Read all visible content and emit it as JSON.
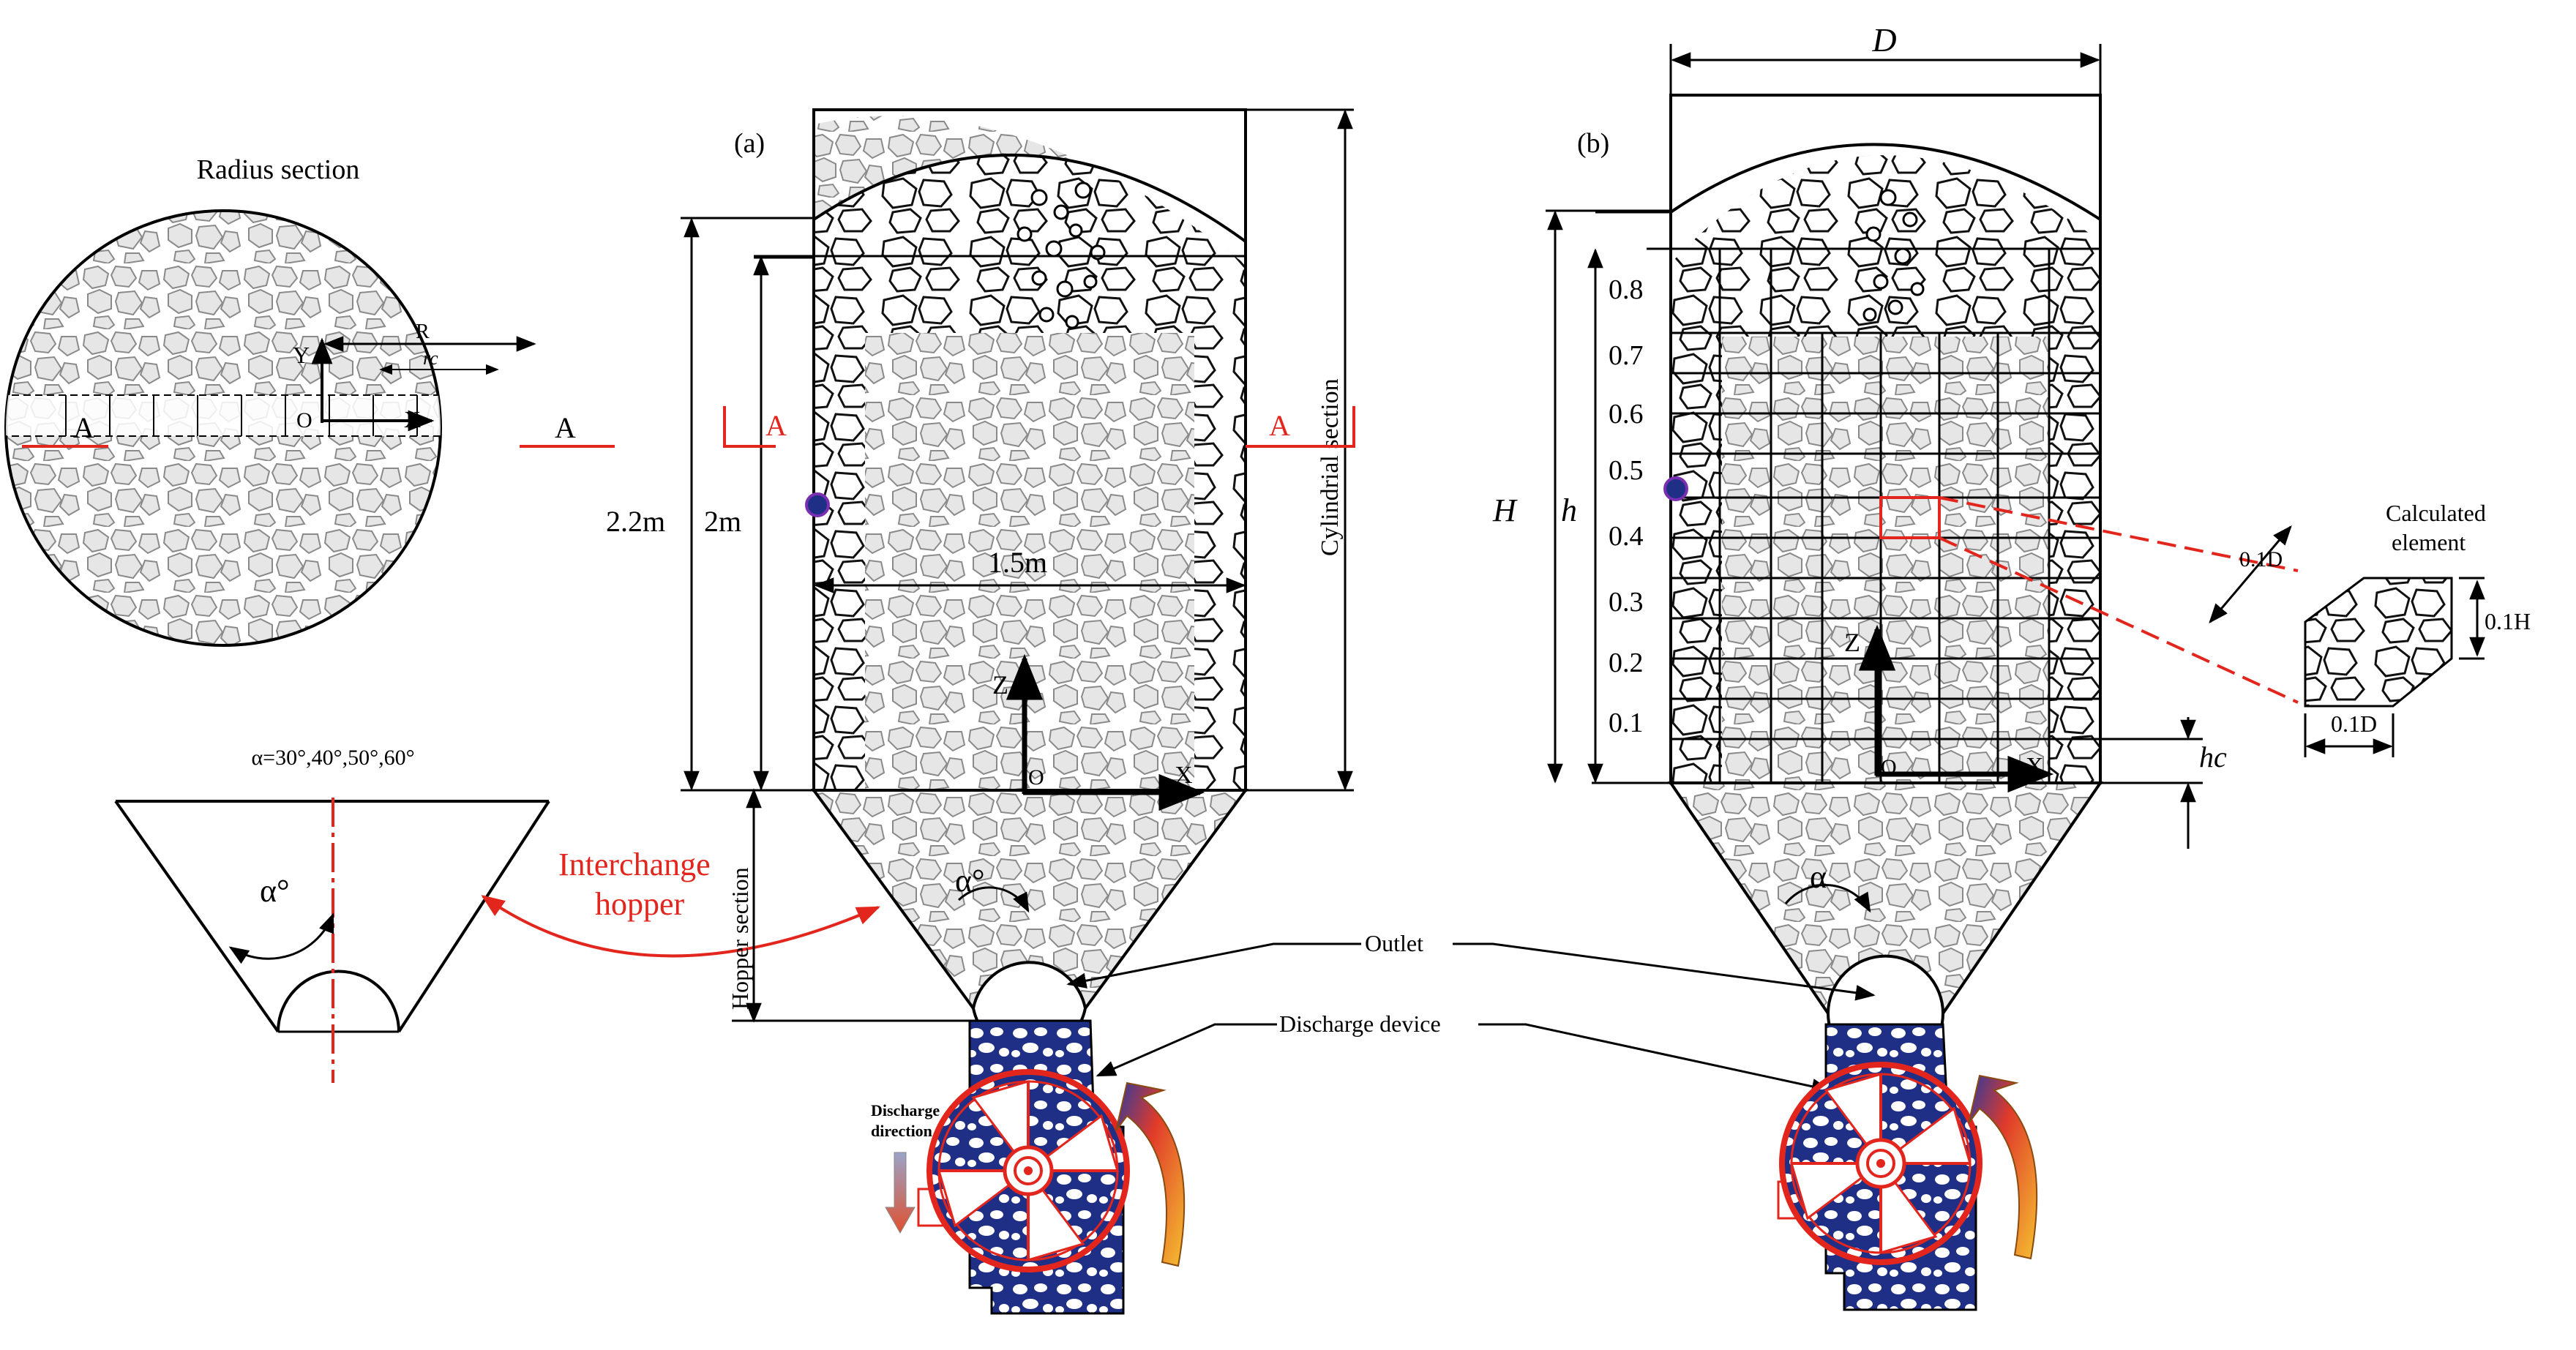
{
  "labels": {
    "radius_section": "Radius section",
    "section_a_left": "A",
    "section_a_right": "A",
    "axis_y": "Y",
    "axis_x": "X",
    "axis_o": "O",
    "radius_R": "R",
    "radius_rc": "rc",
    "alpha_values": "α=30°,40°,50°,60°",
    "alpha_deg": "α°",
    "alpha": "α",
    "interchange_hopper_1": "Interchange",
    "interchange_hopper_2": "hopper",
    "panel_a": "(a)",
    "panel_b": "(b)",
    "dim_2_2m": "2.2m",
    "dim_2m": "2m",
    "dim_1_5m": "1.5m",
    "cylindrical_section": "Cylindrial section",
    "hopper_section": "Hopper section",
    "z_axis": "Z",
    "x_axis": "X",
    "o_origin": "O",
    "dim_D": "D",
    "dim_H": "H",
    "dim_h": "h",
    "dim_hc": "hc",
    "calculated_element_1": "Calculated",
    "calculated_element_2": "element",
    "elem_0_1D_top": "0.1D",
    "elem_0_1H": "0.1H",
    "elem_0_1D_bottom": "0.1D",
    "outlet": "Outlet",
    "discharge_device": "Discharge device",
    "discharge_direction_1": "Discharge",
    "discharge_direction_2": "direction"
  },
  "height_ticks": [
    "0.8",
    "0.7",
    "0.6",
    "0.5",
    "0.4",
    "0.3",
    "0.2",
    "0.1"
  ],
  "colors": {
    "red": "#e3261d",
    "particle_fill": "#d9d9d9",
    "particle_stroke": "#8a8a8a",
    "blue_fill": "#1f2f86",
    "arrow_orange": "#f0a020"
  }
}
